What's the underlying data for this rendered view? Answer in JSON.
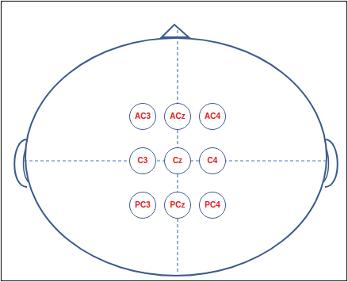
{
  "diagram": {
    "nodes": [
      {
        "text": [
          "AC3"
        ]
      },
      {
        "text": [
          "ACz"
        ]
      },
      {
        "text": [
          "AC4"
        ]
      },
      {
        "text": [
          "C3"
        ]
      },
      {
        "text": [
          "Cz"
        ]
      },
      {
        "text": [
          "C4"
        ]
      },
      {
        "text": [
          "PC3"
        ]
      },
      {
        "text": [
          "PCz"
        ]
      },
      {
        "text": [
          "PC4"
        ]
      }
    ]
  }
}
